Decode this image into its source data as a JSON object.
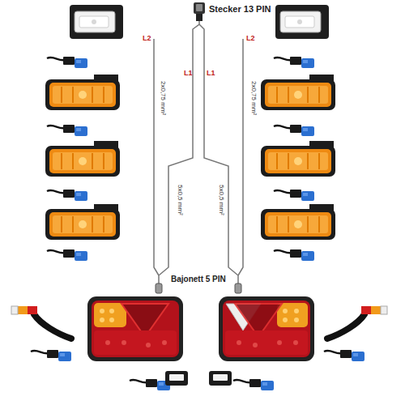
{
  "diagram": {
    "labels": [
      "Stecker 13 PIN",
      "L2",
      "L1",
      "L1",
      "L2",
      "2x0,75 mm²",
      "2x0,75 mm²",
      "5x0,5 mm²",
      "5x0,5 mm²",
      "Bajonett 5 PIN"
    ]
  }
}
